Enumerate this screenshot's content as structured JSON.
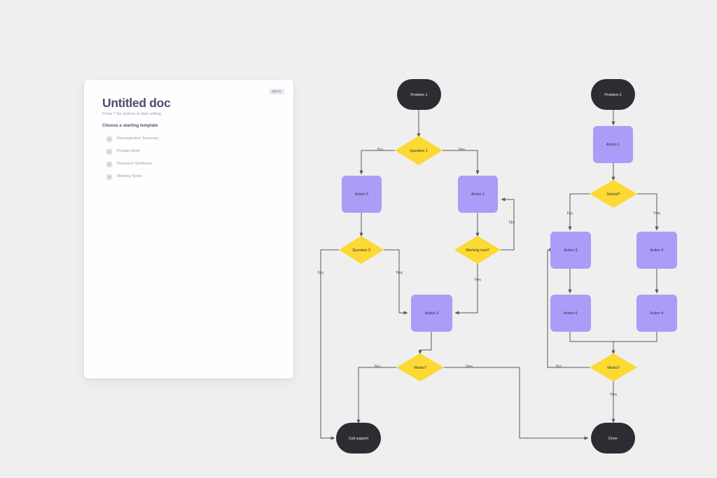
{
  "background_color": "#efefef",
  "document_card": {
    "badge": "BETA",
    "title": "Untitled doc",
    "hint": "Press '/' for options or start writing",
    "subheading": "Choose a starting template",
    "templates": [
      {
        "icon": "document-template-icon",
        "label": "Retrospective Summary"
      },
      {
        "icon": "document-template-icon",
        "label": "Product Brief"
      },
      {
        "icon": "document-template-icon",
        "label": "Research Synthesis"
      },
      {
        "icon": "document-template-icon",
        "label": "Meeting Notes"
      }
    ]
  },
  "flowchart": {
    "colors": {
      "terminal": "#2b2d33",
      "decision": "#fcd933",
      "process": "#a99df7",
      "connector": "#56585f",
      "terminal_text": "#f2f2f4",
      "node_text": "#2b2d33",
      "edge_text": "#54565e"
    },
    "left_diagram": {
      "nodes": {
        "problem1": "Problem 1",
        "question1": "Question 1",
        "action2": "Action 2",
        "action1": "Action 1",
        "question3": "Question 3",
        "working_now": "Working now?",
        "action3": "Action 3",
        "works": "Works?",
        "call_support": "Call support"
      },
      "edges": {
        "q1_no": "No",
        "q1_yes": "Yes",
        "working_no": "No",
        "working_yes": "Yes",
        "q3_no": "No",
        "q3_yes": "Yes",
        "works_no": "No",
        "works_yes": "Yes"
      }
    },
    "right_diagram": {
      "nodes": {
        "problem2": "Problem 2",
        "action1": "Action 1",
        "solved": "Solved?",
        "action3": "Action 3",
        "action2": "Action 2",
        "action6": "Action 6",
        "action4": "Action 4",
        "works": "Works?",
        "done": "Done"
      },
      "edges": {
        "solved_no": "No",
        "solved_yes": "Yes",
        "works_no": "No",
        "works_yes": "Yes"
      }
    }
  }
}
